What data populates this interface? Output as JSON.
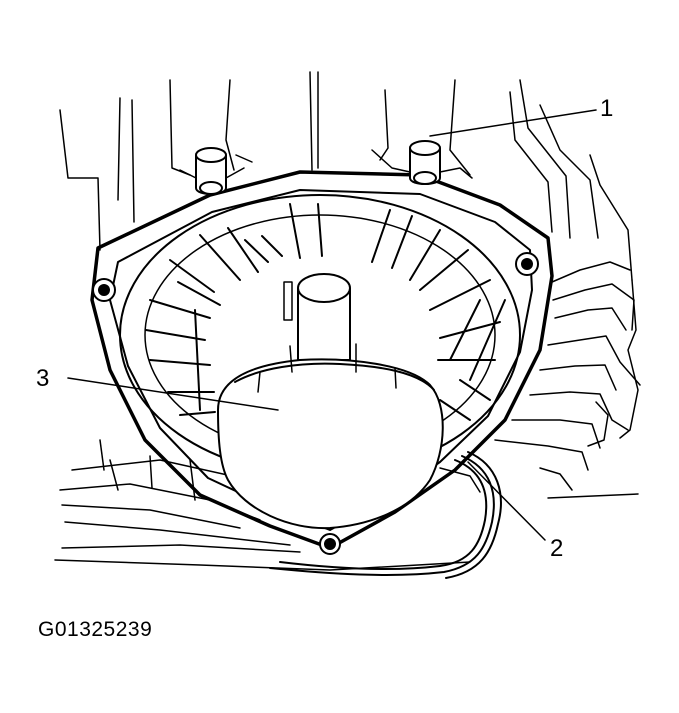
{
  "callouts": [
    {
      "id": "1",
      "label": "1"
    },
    {
      "id": "2",
      "label": "2"
    },
    {
      "id": "3",
      "label": "3"
    }
  ],
  "figure_id": "G01325239",
  "colors": {
    "ink": "#000000",
    "background": "#ffffff"
  }
}
